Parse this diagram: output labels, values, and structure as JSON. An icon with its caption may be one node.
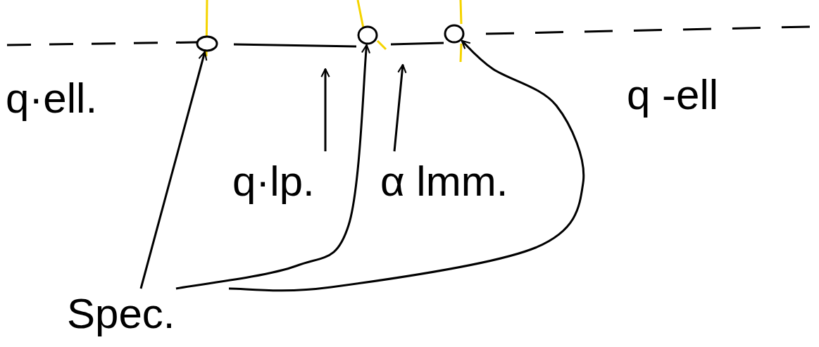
{
  "diagram": {
    "nodes": [
      {
        "text": [
          "q·ell."
        ]
      },
      {
        "text": [],
        "shape": "circle"
      },
      {
        "text": [],
        "shape": "circle"
      },
      {
        "text": [],
        "shape": "circle"
      },
      {
        "text": [
          "q -ell"
        ]
      },
      {
        "text": [
          "q·lp."
        ]
      },
      {
        "text": [
          "α lmm."
        ]
      },
      {
        "text": [
          "Spec."
        ]
      }
    ],
    "edges": [
      {
        "from": 7,
        "to": 1,
        "arrow": "to"
      },
      {
        "from": 7,
        "to": 2,
        "arrow": "to"
      },
      {
        "from": 7,
        "to": 3,
        "arrow": "to"
      },
      {
        "from": 5,
        "to": null,
        "arrow": "to"
      },
      {
        "from": 6,
        "to": null,
        "arrow": "to"
      }
    ]
  }
}
